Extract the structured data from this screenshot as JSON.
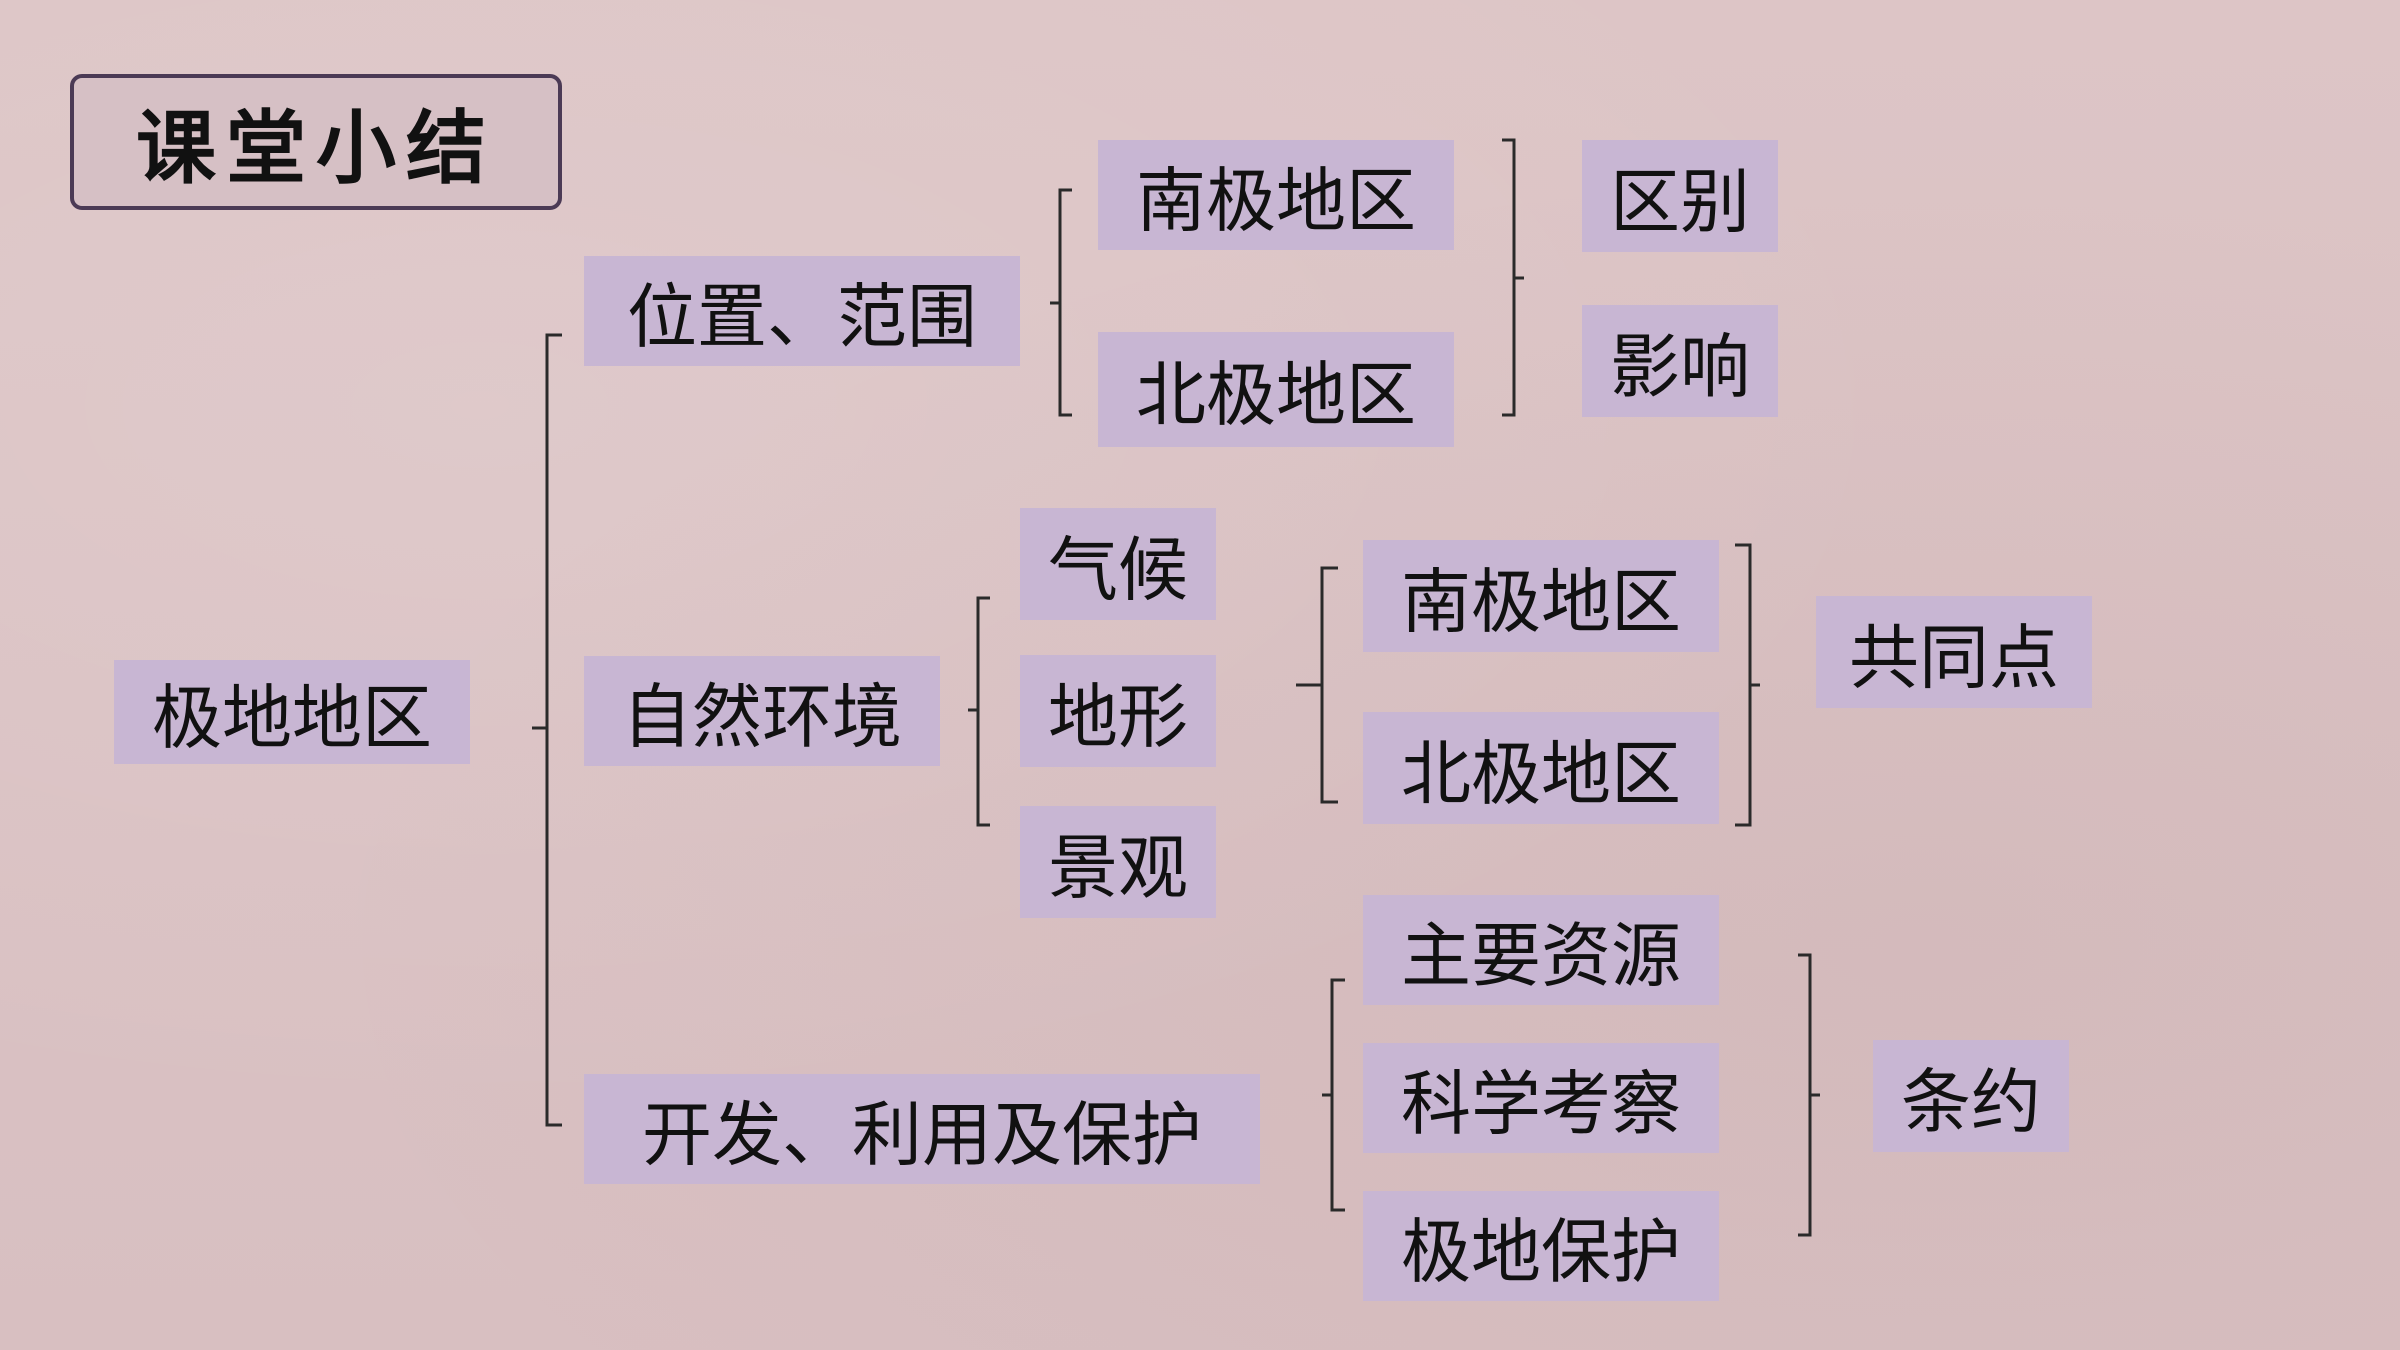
{
  "title": "课堂小结",
  "root": "极地地区",
  "branches": {
    "location": "位置、范围",
    "environment": "自然环境",
    "development": "开发、利用及保护"
  },
  "location_items": [
    "南极地区",
    "北极地区"
  ],
  "location_outcomes": [
    "区别",
    "影响"
  ],
  "environment_items": [
    "气候",
    "地形",
    "景观"
  ],
  "environment_regions": [
    "南极地区",
    "北极地区"
  ],
  "environment_outcome": "共同点",
  "development_items": [
    "主要资源",
    "科学考察",
    "极地保护"
  ],
  "development_outcome": "条约",
  "colors": {
    "box": "#c8b6d3",
    "background": "#dcc3c4",
    "title_border": "#4b3a55"
  }
}
